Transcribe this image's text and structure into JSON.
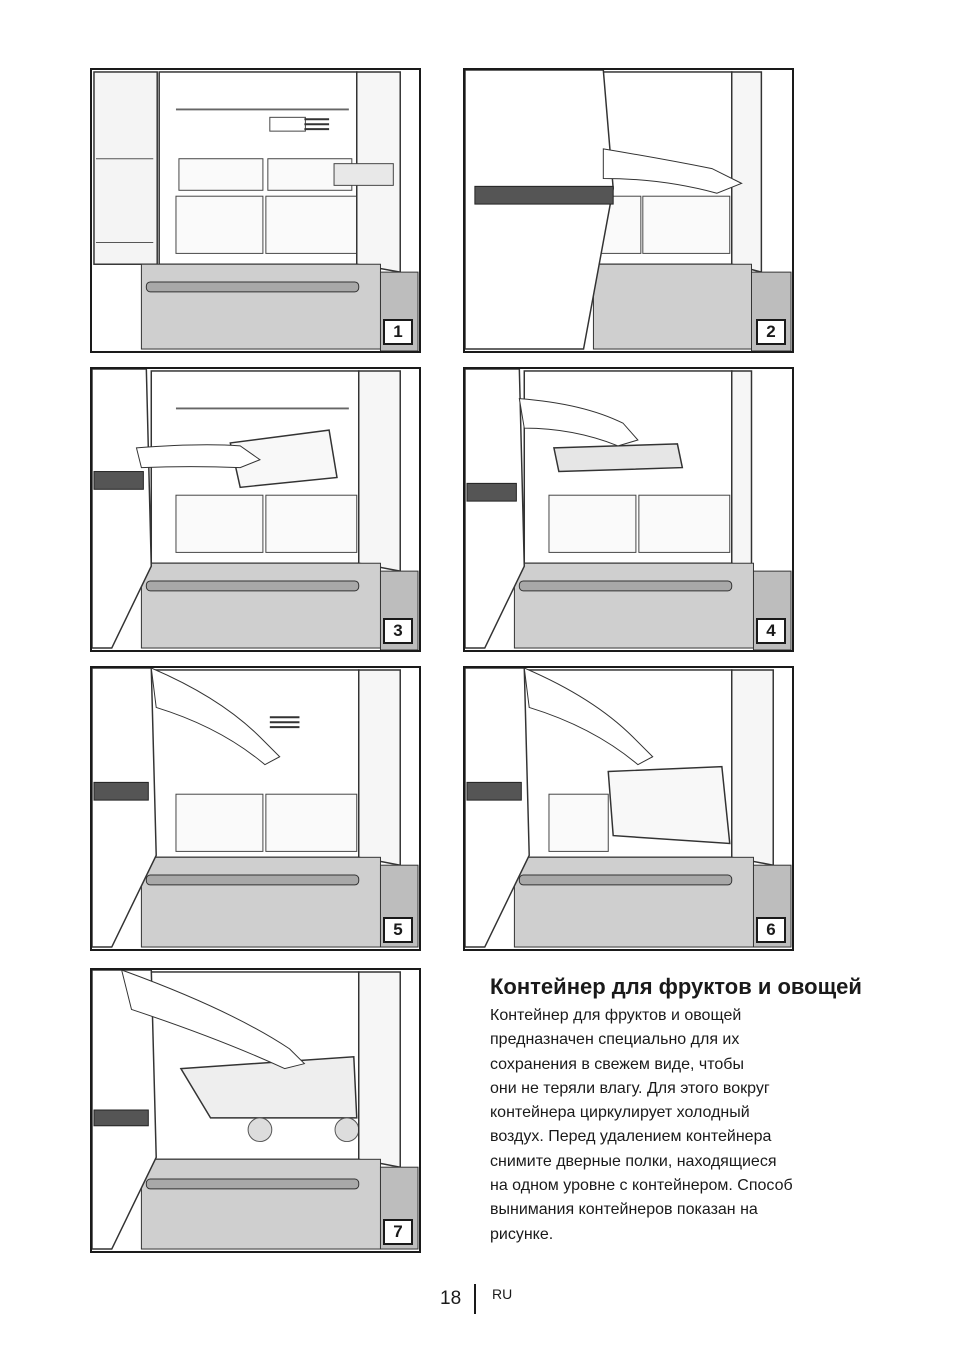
{
  "panels": [
    {
      "num": "1"
    },
    {
      "num": "2"
    },
    {
      "num": "3"
    },
    {
      "num": "4"
    },
    {
      "num": "5"
    },
    {
      "num": "6"
    },
    {
      "num": "7"
    }
  ],
  "section": {
    "heading": "Контейнер для фруктов и овощей",
    "body": "Контейнер для фруктов и овощей\nпредназначен специально для их\nсохранения в свежем виде, чтобы\nони не теряли влагу. Для этого вокруг\nконтейнера циркулирует холодный\nвоздух. Перед удалением контейнера\nснимите дверные полки, находящиеся\nна одном уровне с контейнером.  Способ\nвынимания контейнеров показан на\nрисунке."
  },
  "footer": {
    "page": "18",
    "lang": "RU"
  }
}
